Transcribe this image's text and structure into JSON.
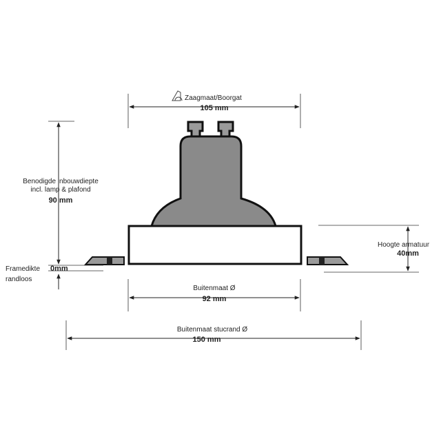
{
  "cutout": {
    "icon": "saw-drill-icon",
    "label": "Zaagmaat/Boorgat",
    "value": "105 mm"
  },
  "depth": {
    "label_line1": "Benodigde inbouwdiepte",
    "label_line2": "incl. lamp & plafond",
    "value": "90 mm"
  },
  "fixture_height": {
    "label": "Hoogte armatuur",
    "value": "40mm"
  },
  "frame": {
    "label_line1": "Framedikte",
    "value": "0mm",
    "label_line2": "randloos"
  },
  "outer_size": {
    "label": "Buitenmaat Ø",
    "value": "92 mm"
  },
  "outer_plaster_rim": {
    "label": "Buitenmaat stucrand Ø",
    "value": "150 mm"
  },
  "colors": {
    "lamp_fill": "#8a8a8a",
    "socket_fill": "#9a9a9a",
    "housing_fill": "#ffffff",
    "outline": "#111111"
  }
}
